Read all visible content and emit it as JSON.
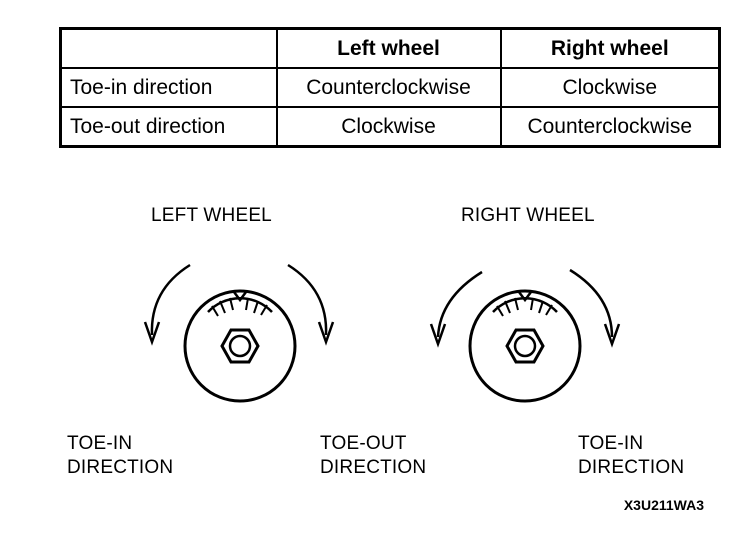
{
  "table": {
    "headers": [
      "",
      "Left wheel",
      "Right wheel"
    ],
    "rows": [
      {
        "label": "Toe-in direction",
        "left": "Counterclockwise",
        "right": "Clockwise"
      },
      {
        "label": "Toe-out direction",
        "left": "Clockwise",
        "right": "Counterclockwise"
      }
    ]
  },
  "diagram": {
    "left_wheel_label": "LEFT WHEEL",
    "right_wheel_label": "RIGHT WHEEL",
    "labels": {
      "toe_in_left": {
        "line1": "TOE-IN",
        "line2": "DIRECTION"
      },
      "toe_out": {
        "line1": "TOE-OUT",
        "line2": "DIRECTION"
      },
      "toe_in_right": {
        "line1": "TOE-IN",
        "line2": "DIRECTION"
      }
    },
    "reference_code": "X3U211WA3"
  }
}
